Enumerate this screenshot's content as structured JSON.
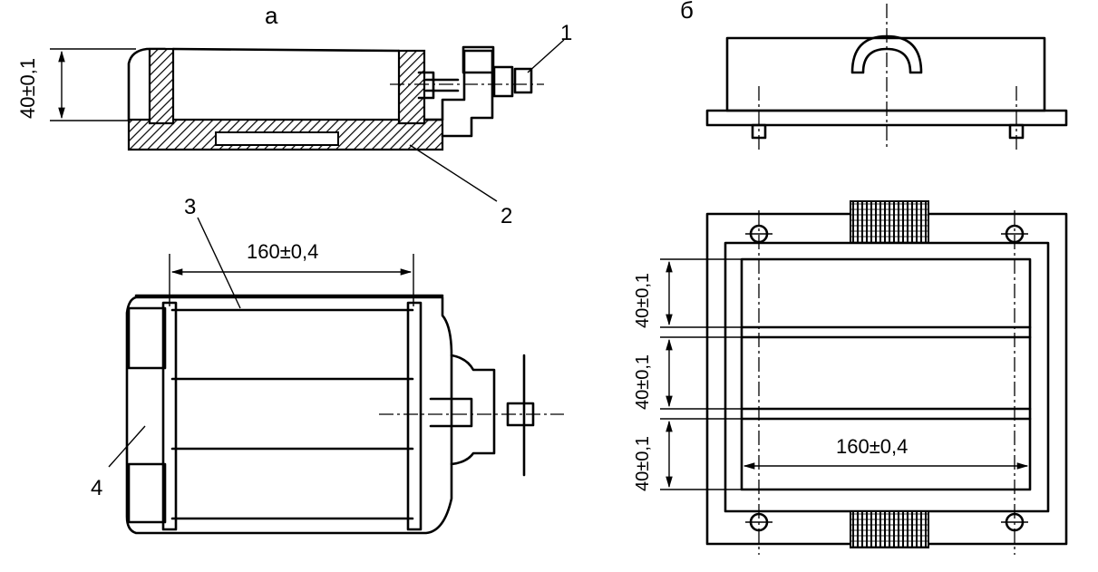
{
  "view_labels": {
    "a": "а",
    "b": "б"
  },
  "callouts": {
    "c1": "1",
    "c2": "2",
    "c3": "3",
    "c4": "4"
  },
  "dimensions": {
    "a_height": "40±0,1",
    "a_width": "160±0,4",
    "b_row1": "40±0,1",
    "b_row2": "40±0,1",
    "b_row3": "40±0,1",
    "b_width": "160±0,4"
  }
}
